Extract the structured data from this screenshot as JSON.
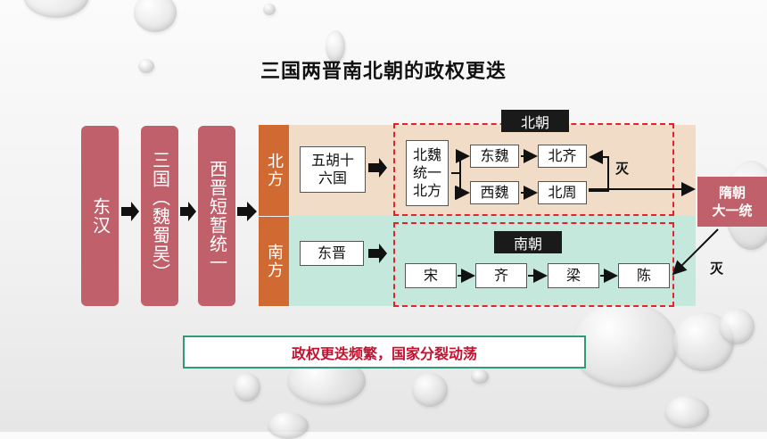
{
  "title": "三国两晋南北朝的政权更迭",
  "stages": {
    "donghan": "东汉",
    "sanguo": "三国（魏蜀吴）",
    "xijin": "西晋短暂统一"
  },
  "north": {
    "side_label": "北方",
    "region_label": "北朝",
    "wuhu": "五胡十六国",
    "beiwei": "北魏统一北方",
    "dongwei": "东魏",
    "xiwei": "西魏",
    "beiqi": "北齐",
    "beizhou": "北周",
    "mie": "灭"
  },
  "south": {
    "side_label": "南方",
    "region_label": "南朝",
    "dongjin": "东晋",
    "song": "宋",
    "qi": "齐",
    "liang": "梁",
    "chen": "陈",
    "mie": "灭"
  },
  "result": {
    "line1": "隋朝",
    "line2": "大一统"
  },
  "conclusion": "政权更迭频繁，国家分裂动荡",
  "colors": {
    "rose": "#c0606a",
    "orange": "#d06a32",
    "north_bg": "#f1dcc8",
    "south_bg": "#c4e8dc",
    "dashed_red": "#e8202a",
    "green_border": "#2e9a7a"
  }
}
